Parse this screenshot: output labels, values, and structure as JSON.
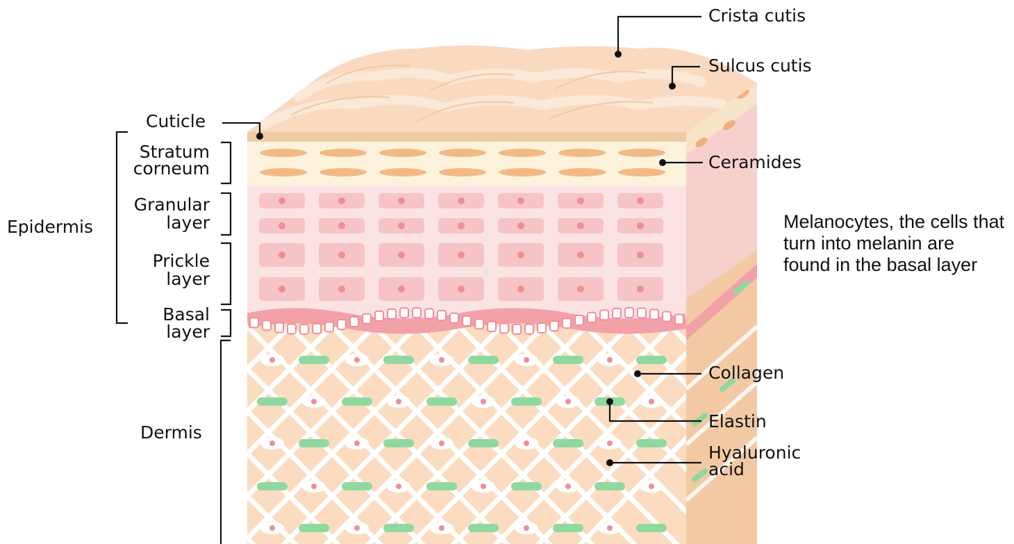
{
  "diagram": {
    "left_labels": {
      "epidermis": "Epidermis",
      "cuticle": "Cuticle",
      "stratum_line1": "Stratum",
      "stratum_line2": "corneum",
      "granular_line1": "Granular",
      "granular_line2": "layer",
      "prickle_line1": "Prickle",
      "prickle_line2": "layer",
      "basal_line1": "Basal",
      "basal_line2": "layer",
      "dermis": "Dermis"
    },
    "right_labels": {
      "crista_cutis": "Crista cutis",
      "sulcus_cutis": "Sulcus cutis",
      "ceramides": "Ceramides",
      "collagen": "Collagen",
      "elastin": "Elastin",
      "hyaluronic_line1": "Hyaluronic",
      "hyaluronic_line2": "acid"
    },
    "annotation": "Melanocytes, the cells that turn into melanin are found in the basal layer",
    "colors": {
      "skin_surface": "#f9d9c0",
      "cuticle_band": "#f0c9a5",
      "stratum_bg": "#fdf3dc",
      "ceramide": "#f3b985",
      "epidermis_bg": "#fbe3e3",
      "epidermis_cell": "#f6c4c6",
      "cell_nucleus": "#ef8e96",
      "basal_band": "#f2a1a8",
      "dermis_bg": "#fbdcc0",
      "collagen_mesh": "#ffffff",
      "elastin": "#8fd9a0",
      "fibroblast": "#ffffff",
      "side_face": "#f3c9a4"
    }
  }
}
